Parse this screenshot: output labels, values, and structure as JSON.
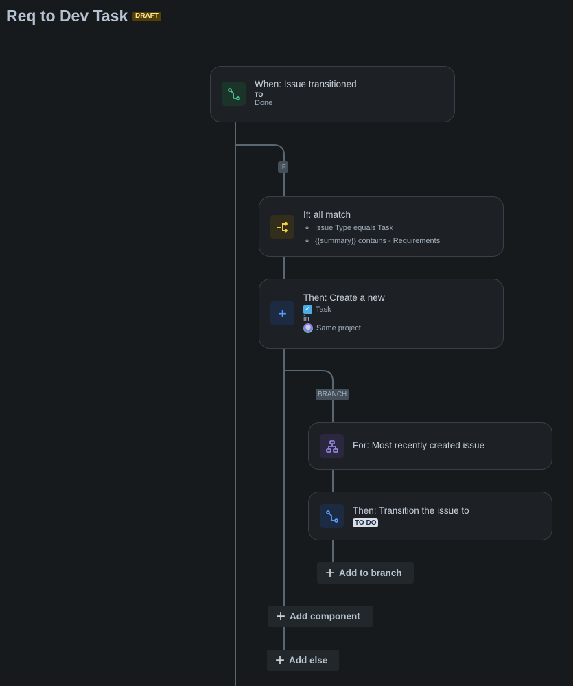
{
  "header": {
    "title": "Req to Dev Task",
    "status_badge": "DRAFT"
  },
  "trigger": {
    "icon": "transition-icon",
    "title": "When: Issue transitioned",
    "to_label": "TO",
    "to_value": "Done",
    "accent": "#4bce97"
  },
  "if_label": "IF",
  "condition": {
    "icon": "condition-branch-icon",
    "title": "If: all match",
    "items": [
      "Issue Type equals Task",
      "{{summary}} contains - Requirements"
    ],
    "accent": "#f5cd47"
  },
  "create": {
    "icon": "plus-icon",
    "title": "Then: Create a new",
    "issue_type": "Task",
    "in_label": "in",
    "project": "Same project",
    "accent": "#579dff"
  },
  "branch_label": "BRANCH",
  "for_each": {
    "icon": "hierarchy-icon",
    "title": "For: Most recently created issue",
    "accent": "#9f8fef"
  },
  "transition": {
    "icon": "transition-icon",
    "title": "Then: Transition the issue to",
    "status": "TO DO"
  },
  "buttons": {
    "add_to_branch": "Add to branch",
    "add_component": "Add component",
    "add_else": "Add else"
  }
}
